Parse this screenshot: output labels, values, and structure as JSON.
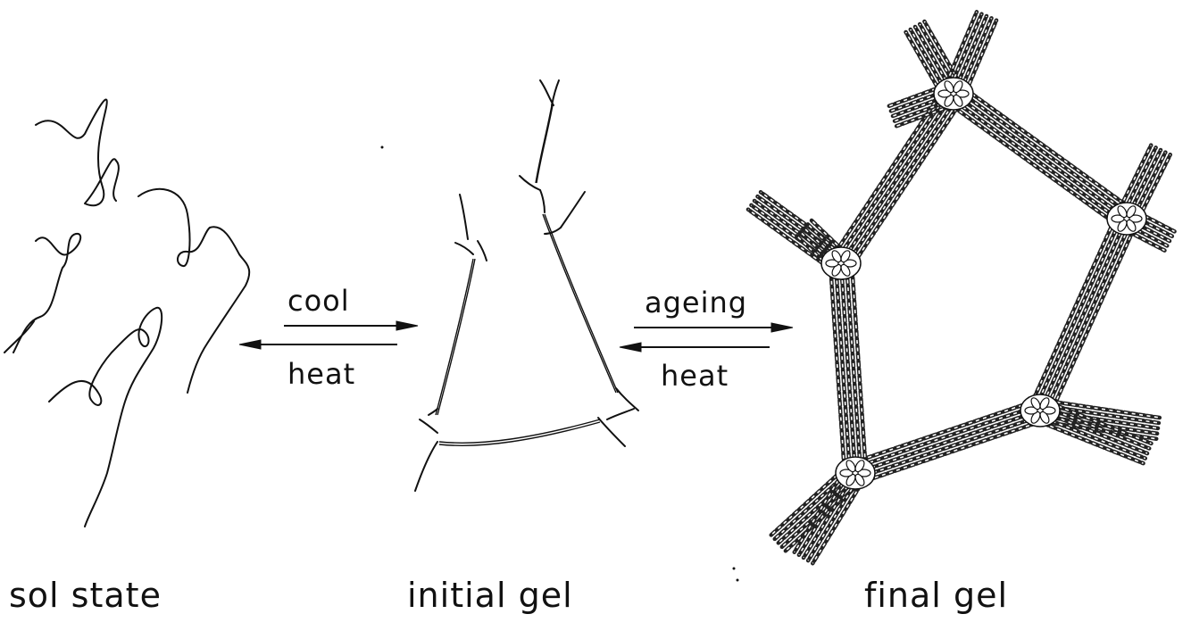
{
  "labels": {
    "stage1": "sol state",
    "stage2": "initial gel",
    "stage3": "final gel",
    "forward1": "cool",
    "reverse1": "heat",
    "forward2": "ageing",
    "reverse2": "heat"
  },
  "colors": {
    "ink": "#111111",
    "background": "#ffffff"
  }
}
